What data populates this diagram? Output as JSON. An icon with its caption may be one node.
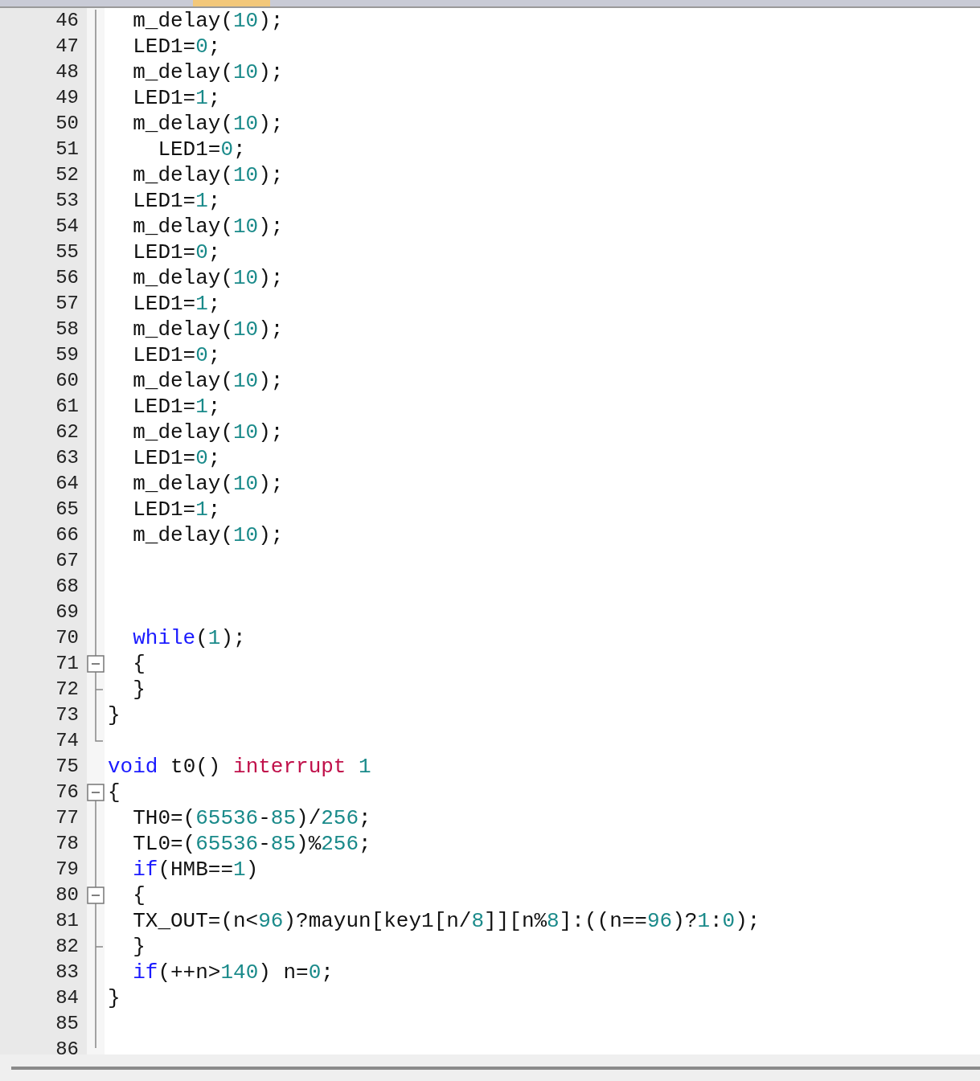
{
  "diagram": {
    "labels": [
      "46",
      "m_delay(10);",
      "47",
      "LED1=0;",
      "48",
      "m_delay(10);",
      "49",
      "LED1=1;",
      "50",
      "m_delay(10);",
      "51",
      "LED1=0;",
      "52",
      "m_delay(10);",
      "53",
      "LED1=1;",
      "54",
      "m_delay(10);",
      "55",
      "LED1=0;",
      "56",
      "m_delay(10);",
      "57",
      "LED1=1;",
      "58",
      "m_delay(10);",
      "59",
      "LED1=0;",
      "60",
      "m_delay(10);",
      "61",
      "LED1=1;",
      "62",
      "m_delay(10);",
      "63",
      "LED1=0;",
      "64",
      "m_delay(10);",
      "65",
      "LED1=1;",
      "66",
      "m_delay(10);",
      "67",
      "68",
      "69",
      "70",
      "while(1);",
      "71",
      "{",
      "72",
      "}",
      "73",
      "}",
      "74",
      "75",
      "void t0() interrupt 1",
      "76",
      "{",
      "77",
      "TH0=(65536-85)/256;",
      "78",
      "TL0=(65536-85)%256;",
      "79",
      "if(HMB==1)",
      "80",
      "{",
      "81",
      "TX_OUT=(n<96)?mayun[key1[n/8]][n%8]:((n==96)?1:0);",
      "82",
      "}",
      "83",
      "if(++n>140) n=0;",
      "84",
      "}",
      "85",
      "86"
    ]
  }
}
